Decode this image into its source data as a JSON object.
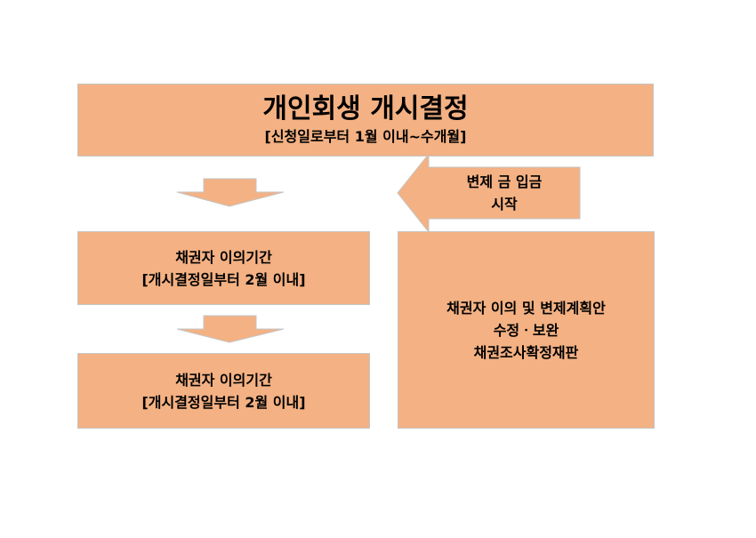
{
  "top_box": {
    "title": "개인회생 개시결정",
    "subtitle": "[신청일로부터 1월 이내~수개월]"
  },
  "left_box_1": {
    "line1": "채권자 이의기간",
    "line2": "[개시결정일부터 2월 이내]"
  },
  "left_box_2": {
    "line1": "채권자 이의기간",
    "line2": "[개시결정일부터 2월 이내]"
  },
  "payment_arrow": {
    "line1": "변제 금 입금",
    "line2": "시작"
  },
  "right_box": {
    "line1": "채권자 이의 및 변제계획안",
    "line2": "수정ㆍ보완",
    "line3": "채권조사확정재판"
  },
  "colors": {
    "fill": "#f4b183",
    "border": "#c5c5c5"
  }
}
